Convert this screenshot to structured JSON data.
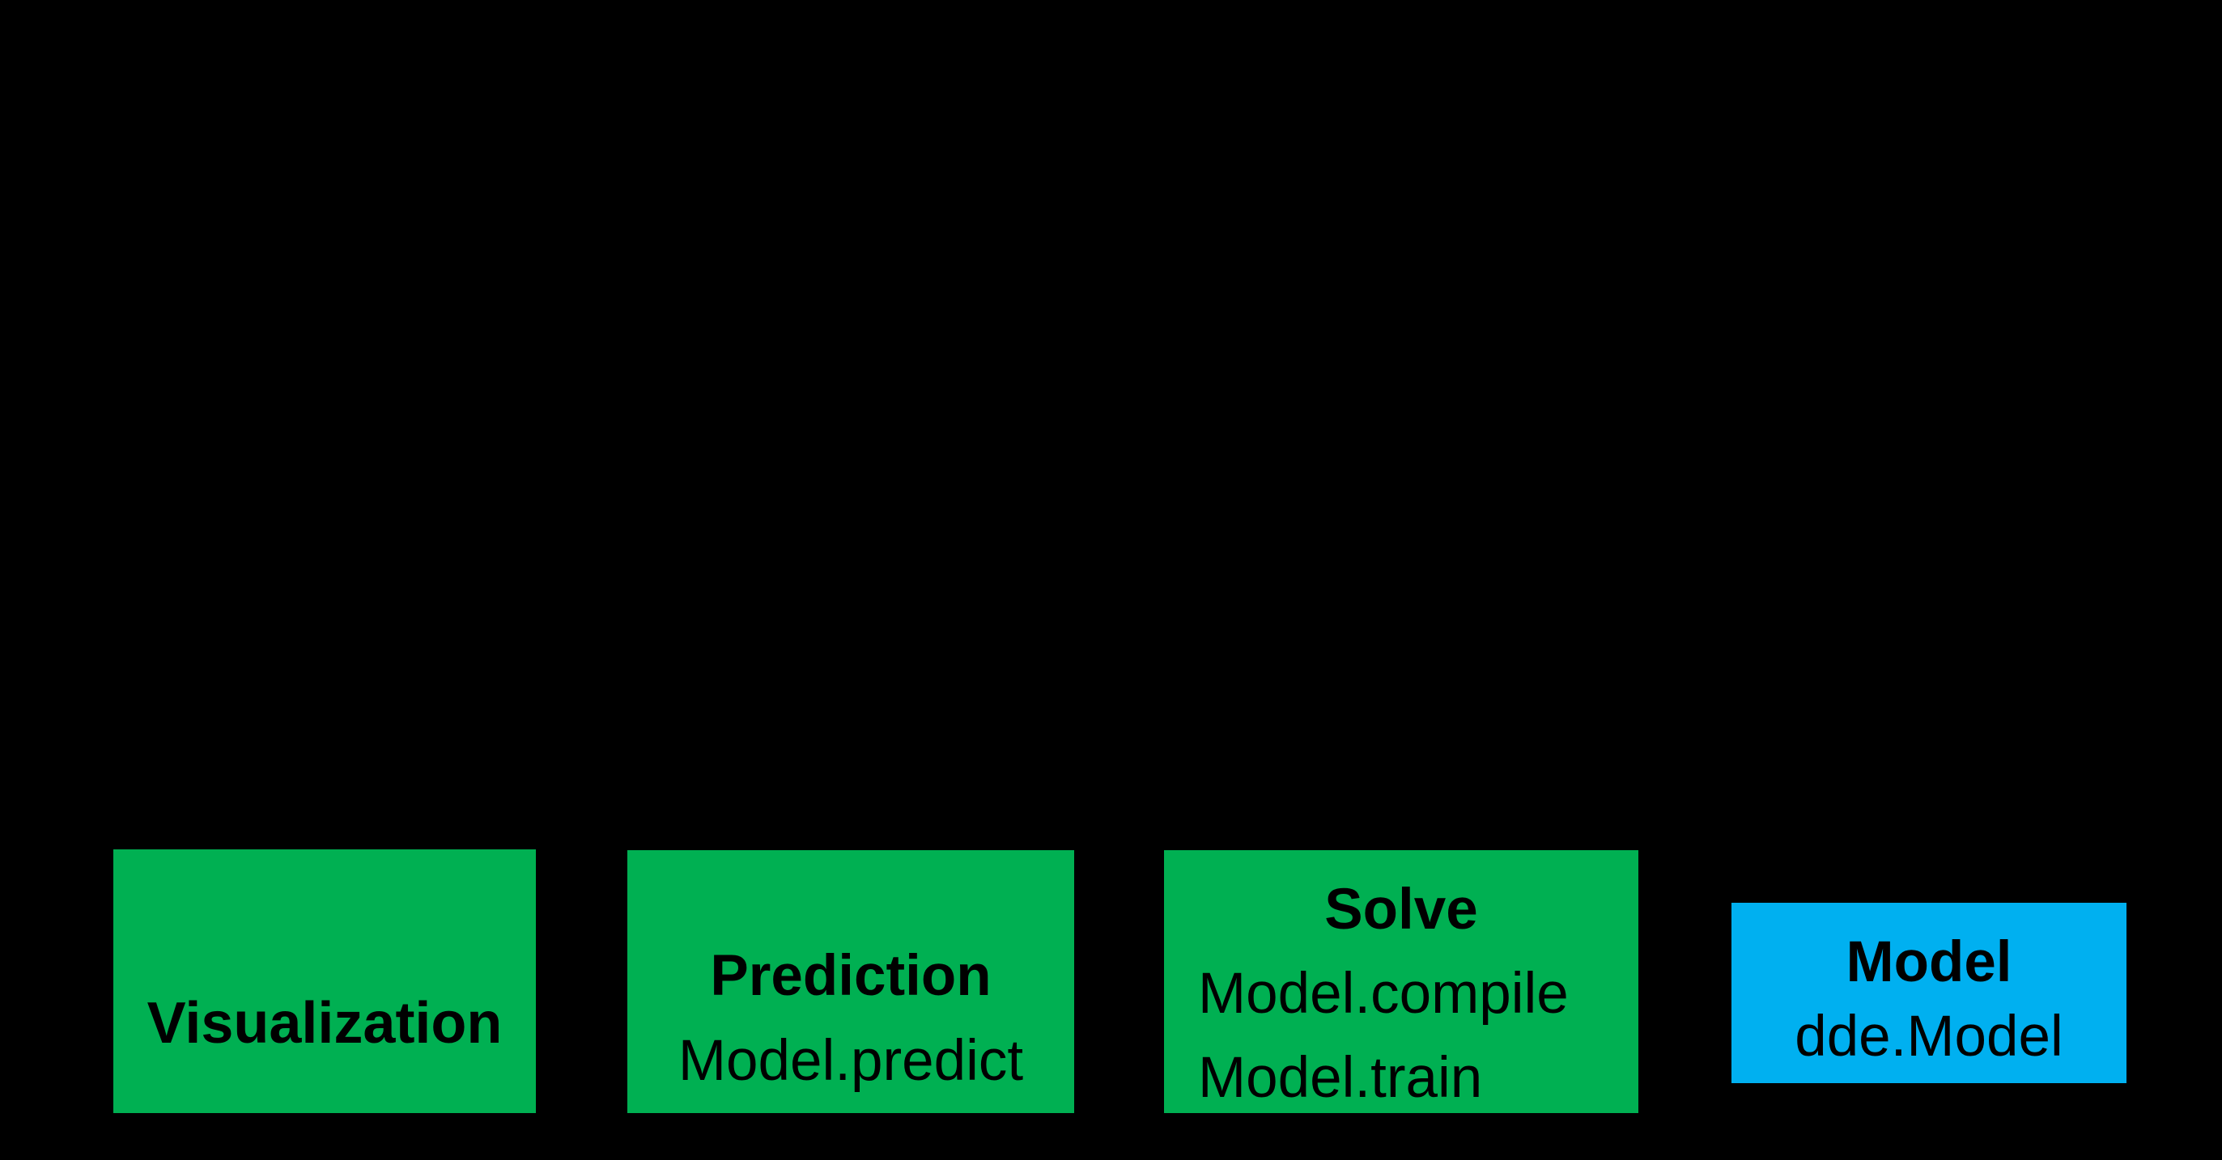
{
  "diagram": {
    "background_color": "#000000",
    "text_color": "#000000",
    "node_colors": {
      "process_green": "#00B052",
      "model_blue": "#00B0F0"
    },
    "nodes": [
      {
        "id": "visualization",
        "title": "Visualization",
        "code": []
      },
      {
        "id": "prediction",
        "title": "Prediction",
        "code": [
          "Model.predict"
        ]
      },
      {
        "id": "solve",
        "title": "Solve",
        "code": [
          "Model.compile",
          "Model.train"
        ]
      },
      {
        "id": "model",
        "title": "Model",
        "code": [
          "dde.Model"
        ]
      }
    ]
  }
}
